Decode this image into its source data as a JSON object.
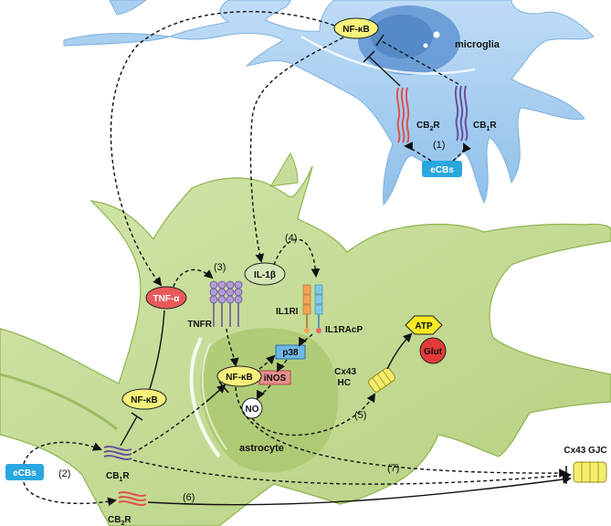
{
  "colors": {
    "microglia_body": "#a9cff0",
    "microglia_nucleus": "#4f86c8",
    "astrocyte_body": "#c6dc99",
    "astrocyte_shadow": "#8fb34f",
    "nfkb_fill": "#f6f27a",
    "tnfa_fill": "#e85a5a",
    "il1b_fill": "#d4e6b6",
    "ecbs_fill": "#29a7df",
    "p38_fill": "#6fb6e8",
    "inos_fill": "#e88e8e",
    "atp_fill": "#f7ea24",
    "glut_fill": "#e23b3b"
  },
  "cells": {
    "microglia": "microglia",
    "astrocyte": "astrocyte"
  },
  "labels": {
    "nfkb_microglia": "NF-κB",
    "nfkb_astro_center": "NF-κB",
    "nfkb_astro_left": "NF-κB",
    "tnfa": "TNF-α",
    "il1b": "IL-1β",
    "tnfr": "TNFR",
    "il1ri": "IL1RI",
    "il1racp": "IL1RAcP",
    "p38": "p38",
    "inos": "iNOS",
    "no": "NO",
    "atp": "ATP",
    "glut": "Glut",
    "cx43_hc_line1": "Cx43",
    "cx43_hc_line2": "HC",
    "cx43_gjc": "Cx43 GJC",
    "ecbs_microglia": "eCBs",
    "ecbs_astrocyte": "eCBs",
    "cb2r_microglia_base": "CB",
    "cb2r_microglia_sub": "2",
    "cb2r_microglia_end": "R",
    "cb1r_microglia_base": "CB",
    "cb1r_microglia_sub": "1",
    "cb1r_microglia_end": "R",
    "cb1r_astro_base": "CB",
    "cb1r_astro_sub": "1",
    "cb1r_astro_end": "R",
    "cb2r_astro_base": "CB",
    "cb2r_astro_sub": "2",
    "cb2r_astro_end": "R"
  },
  "steps": {
    "s1": "(1)",
    "s2": "(2)",
    "s3": "(3)",
    "s4": "(4)",
    "s5": "(5)",
    "s6": "(6)",
    "s7": "(7)"
  }
}
